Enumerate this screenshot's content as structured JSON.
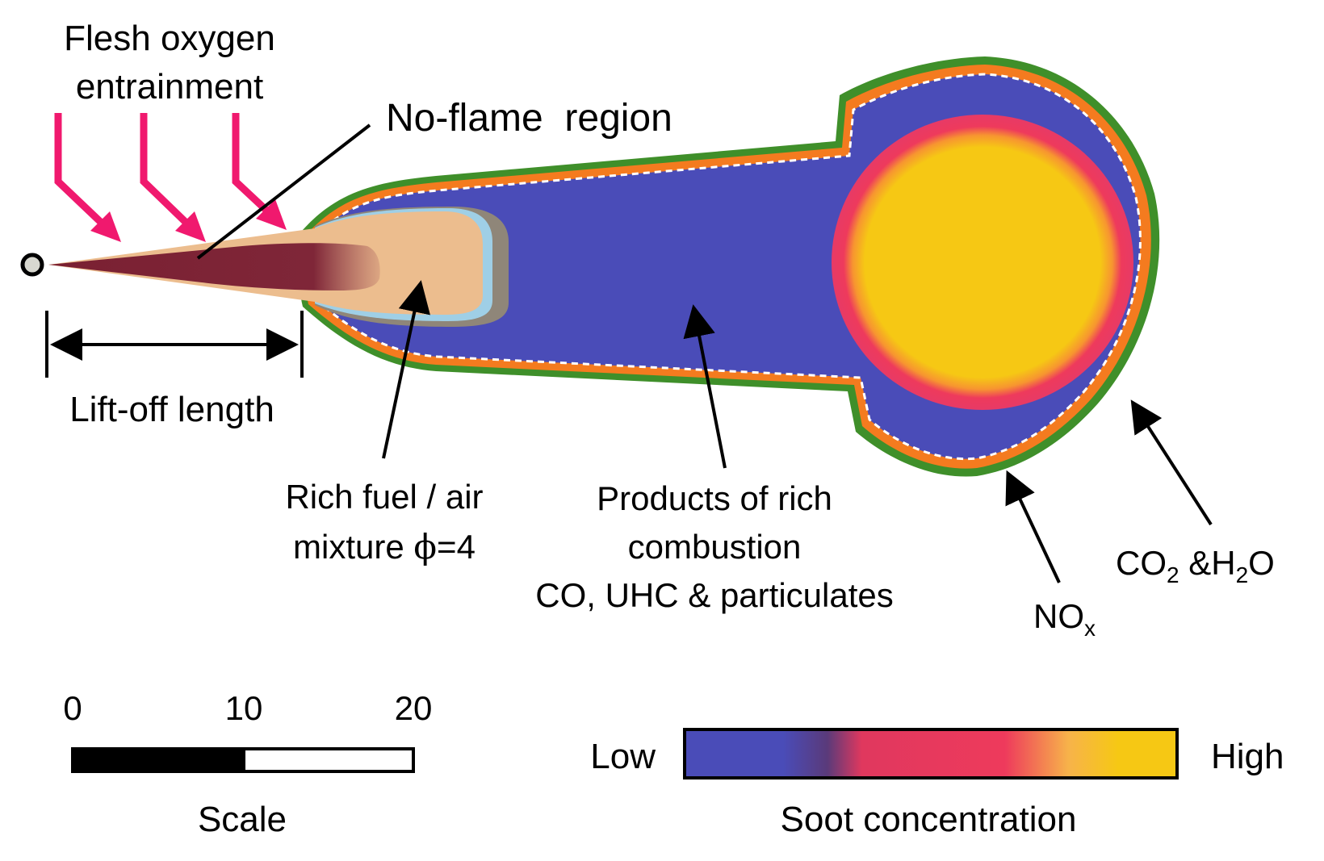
{
  "labels": {
    "oxygen_line1": "Flesh oxygen",
    "oxygen_line2": "entrainment",
    "no_flame": "No-flame  region",
    "liftoff": "Lift-off length",
    "rich_line1": "Rich fuel / air",
    "rich_line2_prefix": "mixture ",
    "rich_line2_phi": "ϕ",
    "rich_line2_suffix": "=4",
    "products_line1": "Products of rich",
    "products_line2": "combustion",
    "products_line3": "CO, UHC & particulates",
    "nox_main": "NO",
    "nox_sub": "x",
    "co2_co": "CO",
    "co2_sub1": "2",
    "co2_amp": " &H",
    "co2_sub2": "2",
    "co2_o": "O"
  },
  "scale": {
    "ticks": [
      "0",
      "10",
      "20"
    ],
    "label": "Scale"
  },
  "soot_bar": {
    "low": "Low",
    "high": "High",
    "label": "Soot concentration"
  },
  "colors": {
    "oxygen_arrow": "#f0196e",
    "jet_core": "#7a2032",
    "rich_mixture": "#ecbd8e",
    "premix_edge": "#9fcfe6",
    "premix_grey": "#8f8679",
    "rich_products": "#4a4cb8",
    "soot_mid": "#ee3a5c",
    "soot_high": "#f6c814",
    "flame_orange": "#f47b1f",
    "flame_green": "#3f8f2a",
    "white_dash": "#ffffff"
  }
}
